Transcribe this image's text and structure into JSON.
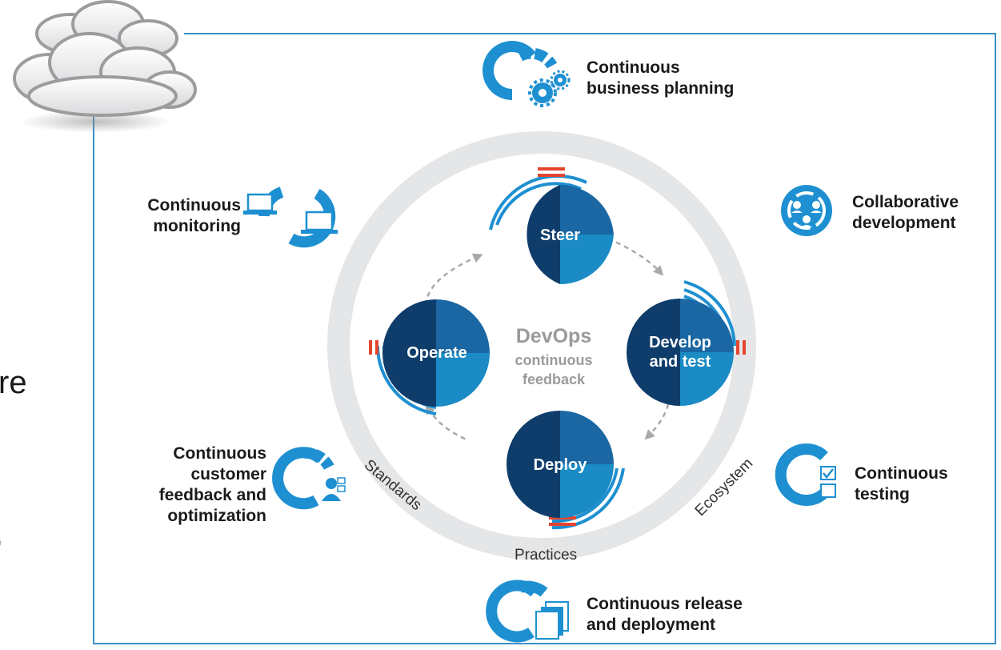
{
  "center": {
    "title": "DevOps",
    "subtitle_line1": "continuous",
    "subtitle_line2": "feedback"
  },
  "stages": {
    "steer": "Steer",
    "develop_line1": "Develop",
    "develop_line2": "and test",
    "deploy": "Deploy",
    "operate": "Operate"
  },
  "ring_words": {
    "standards": "Standards",
    "practices": "Practices",
    "ecosystem": "Ecosystem"
  },
  "practices": {
    "business_planning": [
      "Continuous",
      "business planning"
    ],
    "collaborative_development": [
      "Collaborative",
      "development"
    ],
    "continuous_testing": [
      "Continuous",
      "testing"
    ],
    "release_deployment": [
      "Continuous release",
      "and deployment"
    ],
    "customer_feedback": [
      "Continuous",
      "customer",
      "feedback and",
      "optimization"
    ],
    "monitoring": [
      "Continuous",
      "monitoring"
    ]
  },
  "edge_text": {
    "fragment_1": "re",
    "fragment_2": "’"
  },
  "colors": {
    "navy": "#0f3d6b",
    "mid_blue": "#1a67a3",
    "light_blue": "#1a8bc4",
    "cyan": "#1e90d1",
    "ring_gray": "#e5e6e8",
    "accent_red": "#e5452f",
    "frame_blue": "#3a8fc9",
    "arrow_gray": "#a9a9a9"
  }
}
